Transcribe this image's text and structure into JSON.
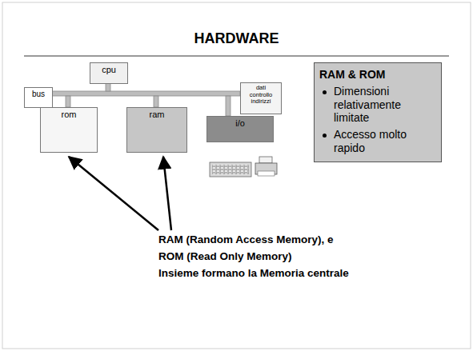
{
  "diagram": {
    "title": "HARDWARE",
    "nodes": [
      {
        "text": [
          "bus"
        ]
      },
      {
        "text": [
          "cpu"
        ]
      },
      {
        "text": [
          "dati controllo indirizzi"
        ]
      },
      {
        "text": [
          "rom"
        ]
      },
      {
        "text": [
          "ram"
        ]
      },
      {
        "text": [
          "i/o"
        ]
      },
      {
        "text": [
          "RAM & ROM",
          "Dimensioni relativamente limitate",
          "Accesso molto rapido"
        ]
      }
    ],
    "labels": [
      "RAM (Random Access Memory), e",
      "ROM (Read Only Memory)",
      "Insieme formano la Memoria centrale"
    ]
  }
}
